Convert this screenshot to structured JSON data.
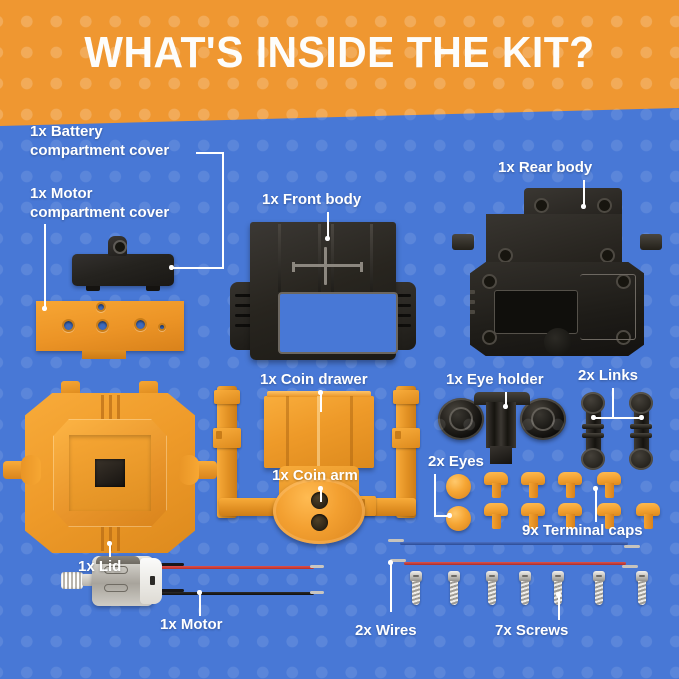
{
  "header": {
    "title": "WHAT'S INSIDE THE KIT?",
    "background_color": "#ef9731",
    "text_color": "#ffffff"
  },
  "page": {
    "background_color": "#4878d6",
    "dot_pattern_color": "#5d89de"
  },
  "palette": {
    "plastic_orange": "#ef9a29",
    "plastic_black": "#26231e",
    "metal_silver": "#c9c6bf",
    "wire_red": "#c33b35",
    "wire_blue": "#3a5fae"
  },
  "parts": [
    {
      "id": "battery-compartment-cover",
      "label": "1x Battery compartment cover",
      "count": "1x",
      "name": "Battery compartment cover",
      "color": "black"
    },
    {
      "id": "motor-compartment-cover",
      "label": "1x Motor compartment cover",
      "count": "1x",
      "name": "Motor compartment cover",
      "color": "orange"
    },
    {
      "id": "front-body",
      "label": "1x Front body",
      "count": "1x",
      "name": "Front body",
      "color": "black"
    },
    {
      "id": "rear-body",
      "label": "1x Rear body",
      "count": "1x",
      "name": "Rear body",
      "color": "black"
    },
    {
      "id": "lid",
      "label": "1x Lid",
      "count": "1x",
      "name": "Lid",
      "color": "orange"
    },
    {
      "id": "coin-drawer",
      "label": "1x Coin drawer",
      "count": "1x",
      "name": "Coin drawer",
      "color": "orange"
    },
    {
      "id": "coin-arm",
      "label": "1x Coin arm",
      "count": "1x",
      "name": "Coin arm",
      "color": "orange"
    },
    {
      "id": "eye-holder",
      "label": "1x Eye holder",
      "count": "1x",
      "name": "Eye holder",
      "color": "black"
    },
    {
      "id": "links",
      "label": "2x Links",
      "count": "2x",
      "name": "Links",
      "color": "black"
    },
    {
      "id": "eyes",
      "label": "2x Eyes",
      "count": "2x",
      "name": "Eyes",
      "color": "orange"
    },
    {
      "id": "terminal-caps",
      "label": "9x Terminal caps",
      "count": "9x",
      "name": "Terminal caps",
      "color": "orange"
    },
    {
      "id": "motor",
      "label": "1x Motor",
      "count": "1x",
      "name": "Motor",
      "color": "silver"
    },
    {
      "id": "wires",
      "label": "2x Wires",
      "count": "2x",
      "name": "Wires",
      "color": "red/blue"
    },
    {
      "id": "screws",
      "label": "7x Screws",
      "count": "7x",
      "name": "Screws",
      "color": "silver"
    }
  ],
  "labels": {
    "battery_cover": "1x Battery",
    "battery_cover_2": "compartment cover",
    "motor_cover": "1x Motor",
    "motor_cover_2": "compartment cover",
    "front_body": "1x Front body",
    "rear_body": "1x Rear body",
    "lid": "1x Lid",
    "coin_drawer": "1x Coin drawer",
    "coin_arm": "1x Coin arm",
    "eye_holder": "1x Eye holder",
    "links": "2x Links",
    "eyes": "2x Eyes",
    "terminal_caps": "9x Terminal caps",
    "motor": "1x Motor",
    "wires": "2x Wires",
    "screws": "7x Screws"
  },
  "counts": {
    "terminal_caps_top_row": 4,
    "terminal_caps_bottom_row": 5,
    "screws": 7,
    "links": 2,
    "eyes": 2,
    "wires": 2
  }
}
